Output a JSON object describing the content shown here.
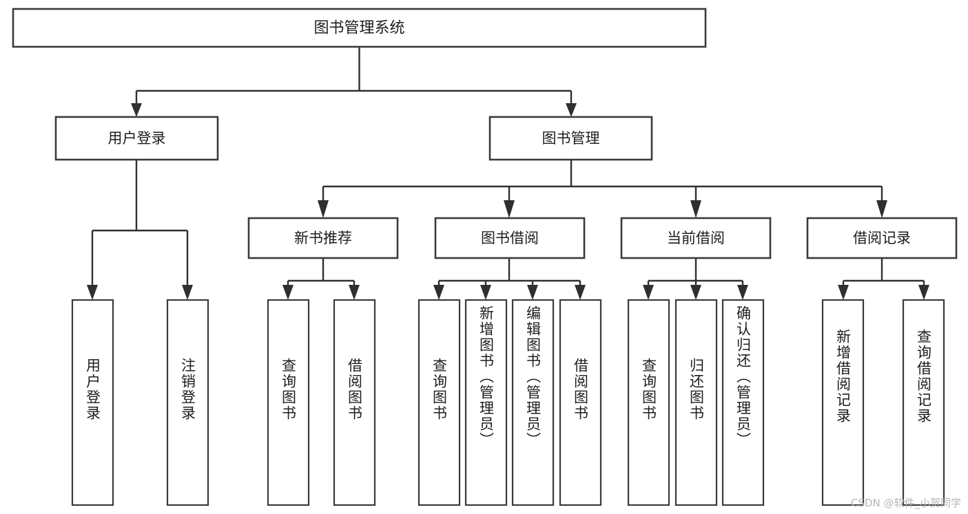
{
  "diagram": {
    "type": "tree",
    "title": "图书管理系统",
    "orientation": "top-down",
    "levels": 4,
    "root": {
      "id": "root",
      "label": "图书管理系统"
    },
    "level2": [
      {
        "id": "user-login",
        "label": "用户登录"
      },
      {
        "id": "book-manage",
        "label": "图书管理"
      }
    ],
    "level3": [
      {
        "id": "new-book-rec",
        "label": "新书推荐",
        "parent": "book-manage"
      },
      {
        "id": "book-borrow",
        "label": "图书借阅",
        "parent": "book-manage"
      },
      {
        "id": "current-borrow",
        "label": "当前借阅",
        "parent": "book-manage"
      },
      {
        "id": "borrow-record",
        "label": "借阅记录",
        "parent": "book-manage"
      }
    ],
    "leaves": {
      "user-login": [
        {
          "id": "leaf-user-login",
          "label": "用户登录"
        },
        {
          "id": "leaf-logout",
          "label": "注销登录"
        }
      ],
      "new-book-rec": [
        {
          "id": "leaf-query-book-1",
          "label": "查询图书"
        },
        {
          "id": "leaf-borrow-book-1",
          "label": "借阅图书"
        }
      ],
      "book-borrow": [
        {
          "id": "leaf-query-book-2",
          "label": "查询图书"
        },
        {
          "id": "leaf-add-book",
          "label": "新增图书（管理员）"
        },
        {
          "id": "leaf-edit-book",
          "label": "编辑图书（管理员）"
        },
        {
          "id": "leaf-borrow-book-2",
          "label": "借阅图书"
        }
      ],
      "current-borrow": [
        {
          "id": "leaf-query-book-3",
          "label": "查询图书"
        },
        {
          "id": "leaf-return-book",
          "label": "归还图书"
        },
        {
          "id": "leaf-confirm-return",
          "label": "确认归还（管理员）"
        }
      ],
      "borrow-record": [
        {
          "id": "leaf-add-record",
          "label": "新增借阅记录"
        },
        {
          "id": "leaf-query-record",
          "label": "查询借阅记录"
        }
      ]
    }
  },
  "watermark": {
    "text": "CSDN @软件_小贺同学"
  },
  "colors": {
    "box_stroke": "#3a3a3a",
    "connector": "#2f2f2f",
    "text": "#1d1d1d",
    "background": "#ffffff",
    "watermark": "#b6b6b6"
  }
}
